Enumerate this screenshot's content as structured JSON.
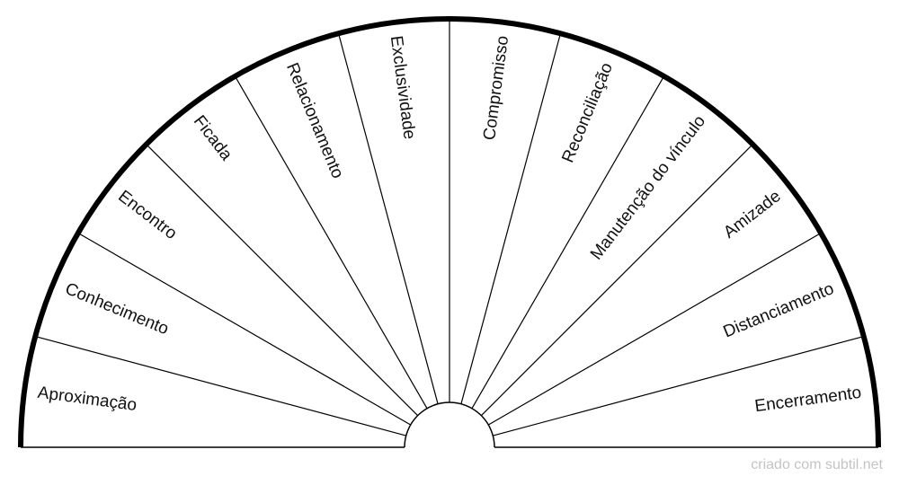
{
  "chart": {
    "segments": [
      "Aproximação",
      "Conhecimento",
      "Encontro",
      "Ficada",
      "Relacionamento",
      "Exclusividade",
      "Compromisso",
      "Reconciliação",
      "Manutenção do vínculo",
      "Amizade",
      "Distanciamento",
      "Encerramento"
    ],
    "colors": {
      "outline": "#000000",
      "background": "#ffffff"
    }
  },
  "footer": {
    "credit": "criado com subtil.net"
  }
}
